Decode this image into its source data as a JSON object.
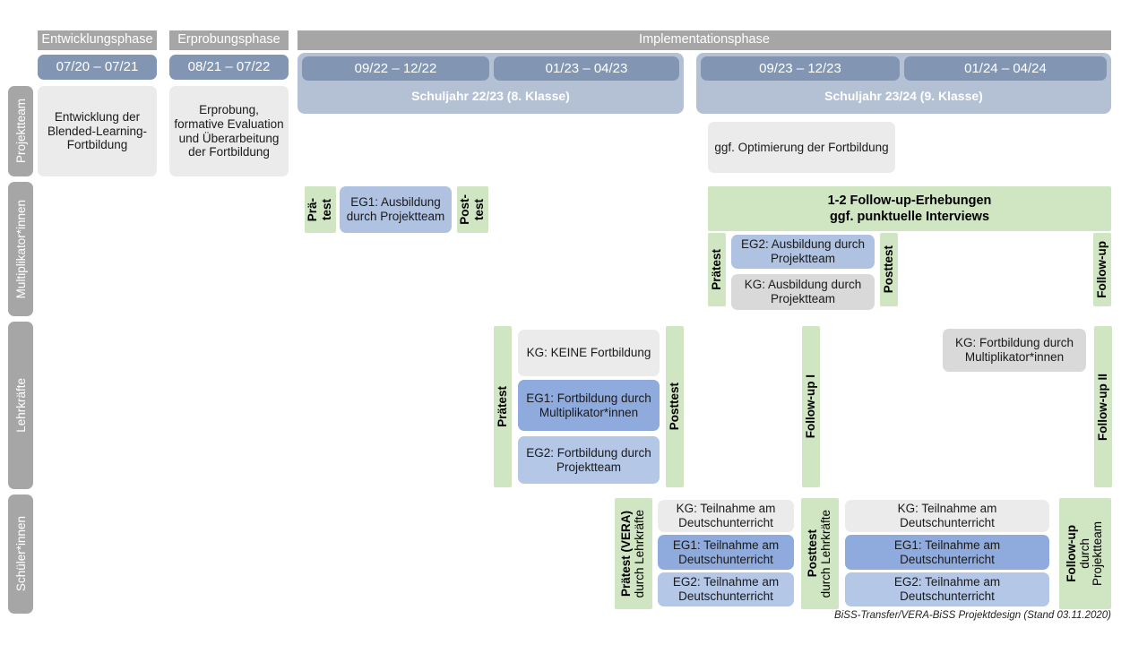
{
  "meta": {
    "footer": "BiSS-Transfer/VERA-BiSS Projektdesign (Stand 03.11.2020)"
  },
  "colors": {
    "phase_gray": "#a6a6a6",
    "date_blue": "#8296b4",
    "year_band_blue": "#b4c0d4",
    "test_green": "#d0e5c2",
    "box_gray_light": "#ebebeb",
    "box_gray": "#d9d9d9",
    "eg1_blue": "#8faadc",
    "eg2_blue": "#b4c7e7",
    "mid_blue": "#b0c2e2"
  },
  "phases": [
    {
      "label": "Entwicklungsphase"
    },
    {
      "label": "Erprobungsphase"
    },
    {
      "label": "Implementationsphase"
    }
  ],
  "date_ranges": [
    {
      "label": "07/20 – 07/21"
    },
    {
      "label": "08/21 – 07/22"
    },
    {
      "label": "09/22 – 12/22"
    },
    {
      "label": "01/23 – 04/23"
    },
    {
      "label": "09/23 – 12/23"
    },
    {
      "label": "01/24 – 04/24"
    }
  ],
  "school_years": [
    {
      "label": "Schuljahr 22/23 (8. Klasse)"
    },
    {
      "label": "Schuljahr 23/24 (9. Klasse)"
    }
  ],
  "roles": [
    {
      "label": "Projektteam"
    },
    {
      "label": "Multiplikator*innen"
    },
    {
      "label": "Lehrkräfte"
    },
    {
      "label": "Schüler*innen"
    }
  ],
  "projektteam": {
    "entwicklung": "Entwicklung der Blended-Learning-Fortbildung",
    "erprobung": "Erprobung, formative Evaluation und Überarbeitung der Fortbildung",
    "optimierung": "ggf. Optimierung der Fortbildung"
  },
  "multiplikatoren": {
    "praetest_short_l1": "Prä-",
    "praetest_short_l2": "test",
    "posttest_short_l1": "Post-",
    "posttest_short_l2": "test",
    "eg1_ausbildung": "EG1: Ausbildung durch Projektteam",
    "followup_banner_l1": "1-2 Follow-up-Erhebungen",
    "followup_banner_l2": "ggf. punktuelle Interviews",
    "praetest": "Prätest",
    "posttest": "Posttest",
    "followup": "Follow-up",
    "eg2_ausbildung": "EG2: Ausbildung durch Projektteam",
    "kg_ausbildung": "KG: Ausbildung durch Projektteam"
  },
  "lehrkraefte": {
    "praetest": "Prätest",
    "posttest": "Posttest",
    "followup_1": "Follow-up I",
    "followup_2": "Follow-up II",
    "kg_keine": "KG:  KEINE Fortbildung",
    "eg1": "EG1: Fortbildung durch Multiplikator*innen",
    "eg2": "EG2: Fortbildung durch Projektteam",
    "kg_multi": "KG: Fortbildung durch Multiplikator*innen"
  },
  "schueler": {
    "praetest_bold": "Prätest (VERA)",
    "praetest_reg": "durch Lehrkräfte",
    "posttest_bold": "Posttest",
    "posttest_reg": "durch Lehrkräfte",
    "followup_bold": "Follow-up",
    "followup_reg1": "durch",
    "followup_reg2": "Projektteam",
    "kg_left": "KG: Teilnahme am Deutschunterricht",
    "eg1_left": "EG1: Teilnahme am Deutschunterricht",
    "eg2_left": "EG2: Teilnahme am Deutschunterricht",
    "kg_right": "KG: Teilnahme am Deutschunterricht",
    "eg1_right": "EG1: Teilnahme am Deutschunterricht",
    "eg2_right": "EG2: Teilnahme am Deutschunterricht"
  }
}
